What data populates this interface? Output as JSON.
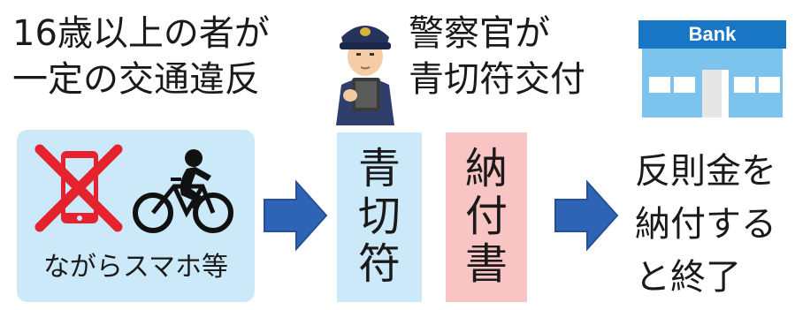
{
  "condition": {
    "line1": "16歳以上の者が",
    "line2": "一定の交通違反"
  },
  "officer": {
    "line1": "警察官が",
    "line2": "青切符交付"
  },
  "bank": {
    "sign": "Bank"
  },
  "violation_box": {
    "caption": "ながらスマホ等"
  },
  "blue_ticket": {
    "chars": [
      "青",
      "切",
      "符"
    ]
  },
  "payment_slip": {
    "chars": [
      "納",
      "付",
      "書"
    ]
  },
  "result": {
    "line1": "反則金を",
    "line2": "納付する",
    "line3": "と終了"
  },
  "colors": {
    "light_blue_box": "#cbe9f8",
    "pink_box": "#f9c4c4",
    "arrow_blue": "#2f64b5",
    "cross_red": "#e4232e",
    "bank_blue": "#1976c5",
    "bank_light": "#7cc3ee"
  }
}
